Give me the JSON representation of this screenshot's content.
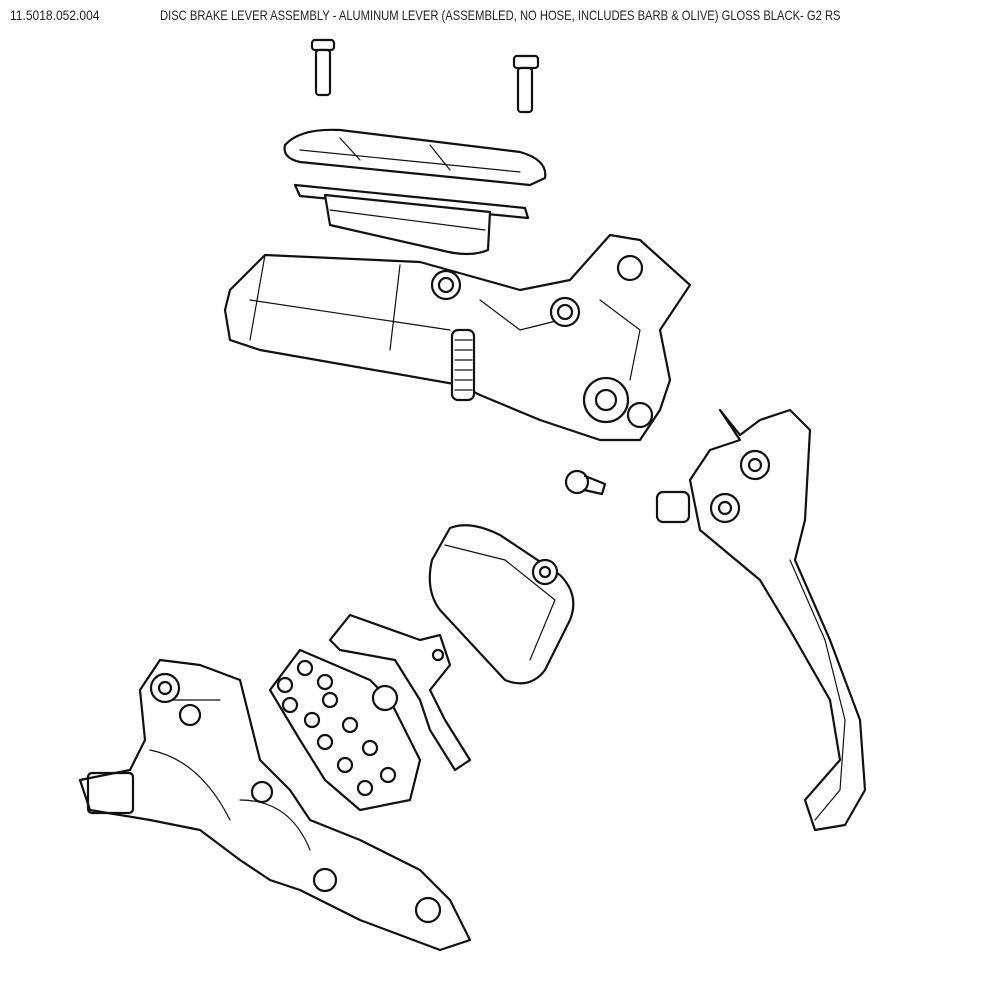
{
  "header": {
    "part_number": "11.5018.052.004",
    "description": "DISC BRAKE LEVER ASSEMBLY - ALUMINUM LEVER (ASSEMBLED, NO HOSE, INCLUDES BARB & OLIVE) GLOSS BLACK- G2 RS"
  },
  "diagram": {
    "parts": [
      "reservoir-bolt",
      "reservoir-bolt",
      "reservoir-cap",
      "bladder",
      "master-cylinder-body",
      "lever-blade",
      "pivot-screw",
      "brake-pad",
      "pad-spring",
      "brake-pad-backing",
      "caliper"
    ]
  }
}
